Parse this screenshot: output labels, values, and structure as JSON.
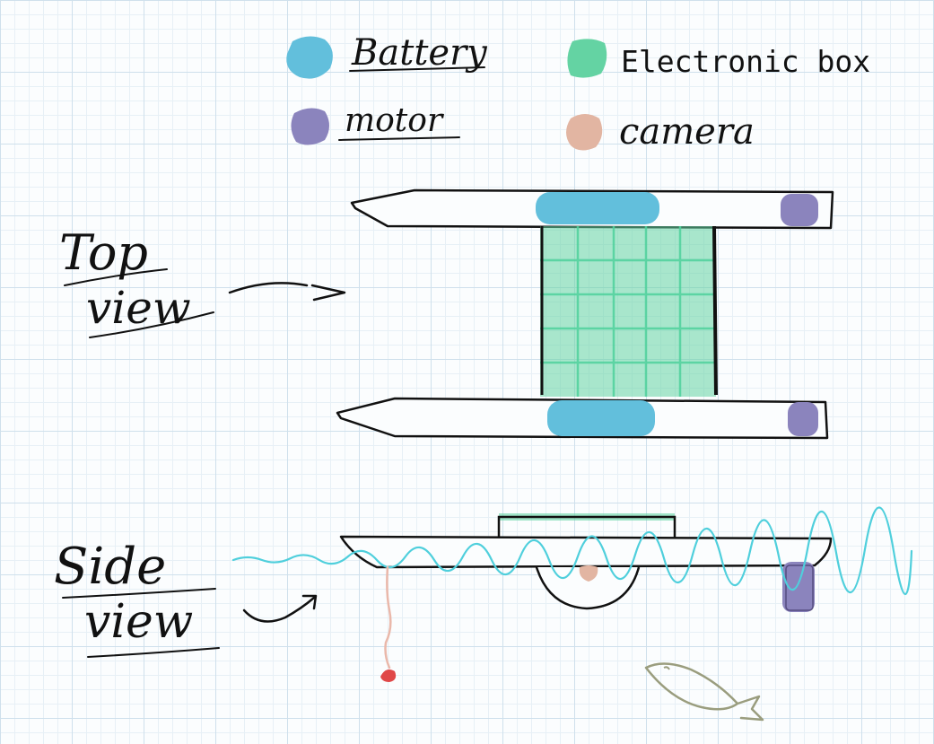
{
  "legend": {
    "battery": {
      "label": "Battery",
      "color": "#62bfdc"
    },
    "electronic_box": {
      "label": "Electronic box",
      "color": "#64d3a3"
    },
    "motor": {
      "label": "motor",
      "color": "#8b84bd"
    },
    "camera": {
      "label": "camera",
      "color": "#e2b5a2"
    }
  },
  "views": {
    "top_line1": "Top",
    "top_line2": "view",
    "side_line1": "Side",
    "side_line2": "view"
  },
  "colors": {
    "water": "#4fcfdc",
    "hull_outline": "#111111",
    "fish": "#9a9d7e",
    "lure": "#e04848",
    "line": "#eab8aa"
  }
}
